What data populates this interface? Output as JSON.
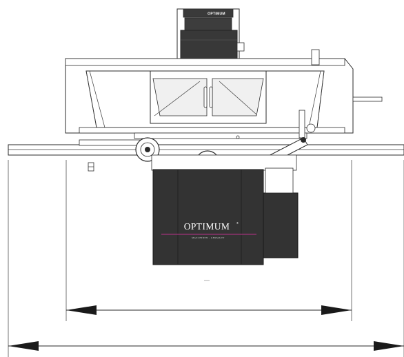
{
  "machine": {
    "column_logo": "OPTIMUM",
    "brand_name": "OPTIMUM",
    "brand_registered": "®",
    "brand_tagline": "MASCHINEN - GERMANY"
  },
  "dimension_lines": {
    "inner_label": "",
    "outer_label": ""
  },
  "colors": {
    "cabinet": "#333333",
    "accent_stripe": "#a0337a",
    "outline": "#2a2a2a",
    "guard_gray": "#f0f0f0"
  }
}
